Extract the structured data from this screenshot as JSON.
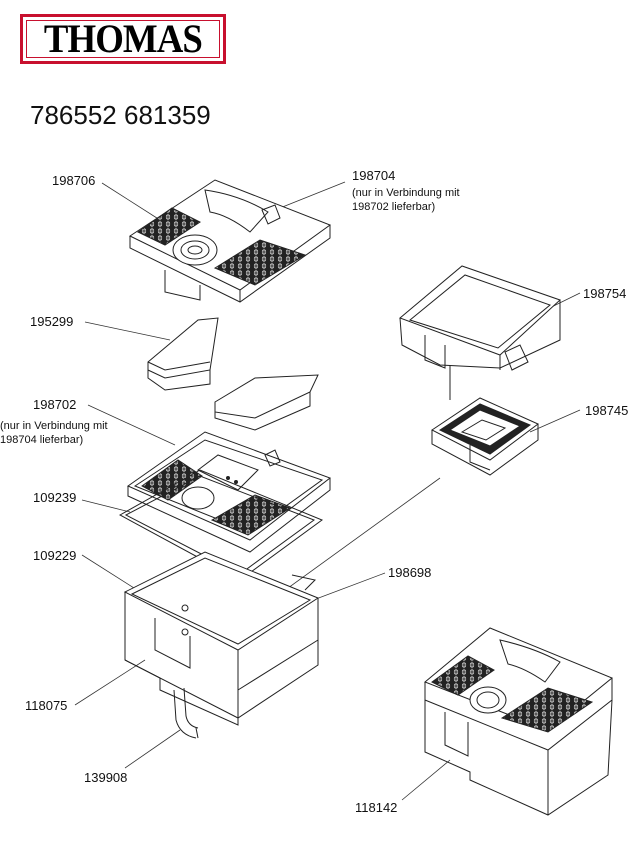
{
  "brand": {
    "logo_text": "THOMAS",
    "accent": "#c8102e"
  },
  "title": "786552 681359",
  "parts": [
    {
      "id": "p198706",
      "number": "198706"
    },
    {
      "id": "p198704",
      "number": "198704",
      "note": [
        "(nur in Verbindung mit",
        "198702 lieferbar)"
      ]
    },
    {
      "id": "p195299",
      "number": "195299"
    },
    {
      "id": "p198754",
      "number": "198754"
    },
    {
      "id": "p198702",
      "number": "198702",
      "note": [
        "(nur in Verbindung mit",
        "198704 lieferbar)"
      ]
    },
    {
      "id": "p198745",
      "number": "198745"
    },
    {
      "id": "p109239",
      "number": "109239"
    },
    {
      "id": "p109229",
      "number": "109229"
    },
    {
      "id": "p198698",
      "number": "198698"
    },
    {
      "id": "p118075",
      "number": "118075"
    },
    {
      "id": "p139908",
      "number": "139908"
    },
    {
      "id": "p118142",
      "number": "118142"
    }
  ]
}
